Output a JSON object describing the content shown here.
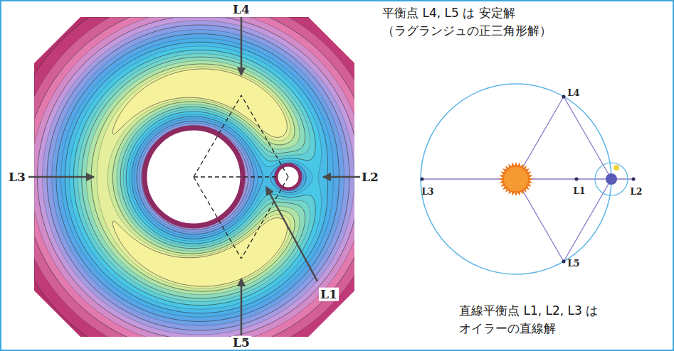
{
  "diagram": {
    "labels": [
      "L4",
      "L3",
      "L2",
      "L1",
      "L5",
      "平衡点 L4, L5 は 安定解（ラグランジュの正三角形解）",
      "L4",
      "L3",
      "L1",
      "L2",
      "L5",
      "直線平衡点 L1, L2, L3 は オイラーの直線解"
    ]
  }
}
